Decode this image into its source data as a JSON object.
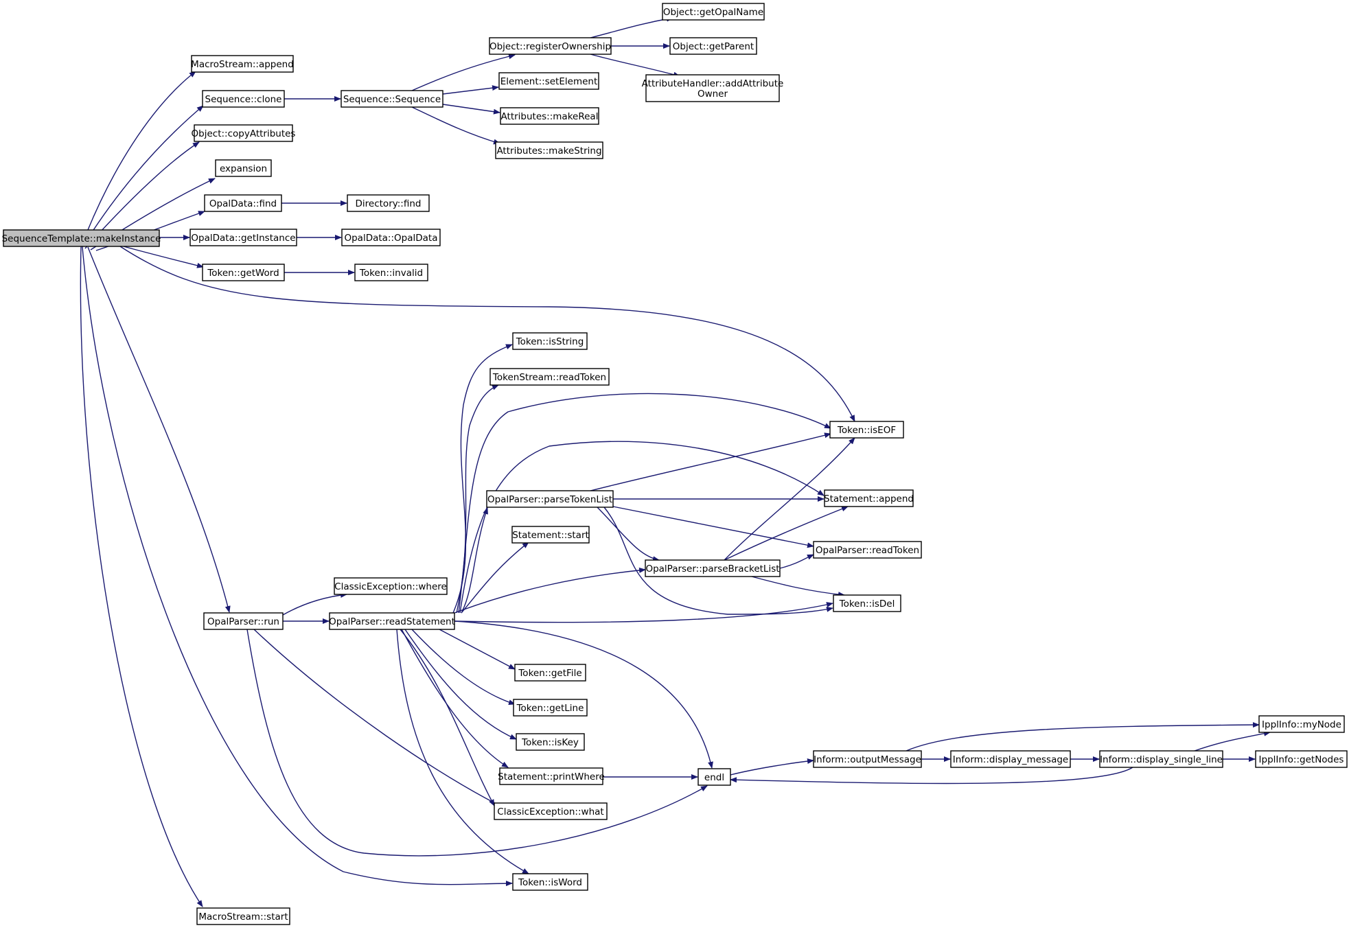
{
  "diagram": {
    "type": "call-graph",
    "edge_color": "#191970",
    "root_fill": "#bfbfbf",
    "nodes": [
      {
        "id": "root",
        "label": "SequenceTemplate::makeInstance",
        "root": true
      },
      {
        "id": "ms_append",
        "label": "MacroStream::append"
      },
      {
        "id": "seq_clone",
        "label": "Sequence::clone"
      },
      {
        "id": "obj_copy",
        "label": "Object::copyAttributes"
      },
      {
        "id": "expansion",
        "label": "expansion"
      },
      {
        "id": "od_find",
        "label": "OpalData::find"
      },
      {
        "id": "od_getinst",
        "label": "OpalData::getInstance"
      },
      {
        "id": "tok_getword",
        "label": "Token::getWord"
      },
      {
        "id": "op_run",
        "label": "OpalParser::run"
      },
      {
        "id": "ms_start",
        "label": "MacroStream::start"
      },
      {
        "id": "seq_seq",
        "label": "Sequence::Sequence"
      },
      {
        "id": "dir_find",
        "label": "Directory::find"
      },
      {
        "id": "od_od",
        "label": "OpalData::OpalData"
      },
      {
        "id": "tok_invalid",
        "label": "Token::invalid"
      },
      {
        "id": "obj_regown",
        "label": "Object::registerOwnership"
      },
      {
        "id": "el_setel",
        "label": "Element::setElement"
      },
      {
        "id": "attr_real",
        "label": "Attributes::makeReal"
      },
      {
        "id": "attr_string",
        "label": "Attributes::makeString"
      },
      {
        "id": "obj_opalname",
        "label": "Object::getOpalName"
      },
      {
        "id": "obj_parent",
        "label": "Object::getParent"
      },
      {
        "id": "ah_addowner",
        "label": [
          "AttributeHandler::addAttribute",
          "Owner"
        ]
      },
      {
        "id": "ce_where",
        "label": "ClassicException::where"
      },
      {
        "id": "op_readstmt",
        "label": "OpalParser::readStatement"
      },
      {
        "id": "tok_isstring",
        "label": "Token::isString"
      },
      {
        "id": "ts_readtoken",
        "label": "TokenStream::readToken"
      },
      {
        "id": "op_ptl",
        "label": "OpalParser::parseTokenList"
      },
      {
        "id": "st_start",
        "label": "Statement::start"
      },
      {
        "id": "tok_getfile",
        "label": "Token::getFile"
      },
      {
        "id": "tok_getline",
        "label": "Token::getLine"
      },
      {
        "id": "tok_iskey",
        "label": "Token::isKey"
      },
      {
        "id": "st_printwhere",
        "label": "Statement::printWhere"
      },
      {
        "id": "ce_what",
        "label": "ClassicException::what"
      },
      {
        "id": "tok_isword",
        "label": "Token::isWord"
      },
      {
        "id": "tok_iseof",
        "label": "Token::isEOF"
      },
      {
        "id": "st_append",
        "label": "Statement::append"
      },
      {
        "id": "op_readtoken",
        "label": "OpalParser::readToken"
      },
      {
        "id": "op_pbl",
        "label": "OpalParser::parseBracketList"
      },
      {
        "id": "tok_isdel",
        "label": "Token::isDel"
      },
      {
        "id": "endl",
        "label": "endl"
      },
      {
        "id": "inf_outmsg",
        "label": "Inform::outputMessage"
      },
      {
        "id": "inf_dispmsg",
        "label": "Inform::display_message"
      },
      {
        "id": "inf_displine",
        "label": "Inform::display_single_line"
      },
      {
        "id": "ippl_mynode",
        "label": "IpplInfo::myNode"
      },
      {
        "id": "ippl_getnodes",
        "label": "IpplInfo::getNodes"
      }
    ]
  }
}
